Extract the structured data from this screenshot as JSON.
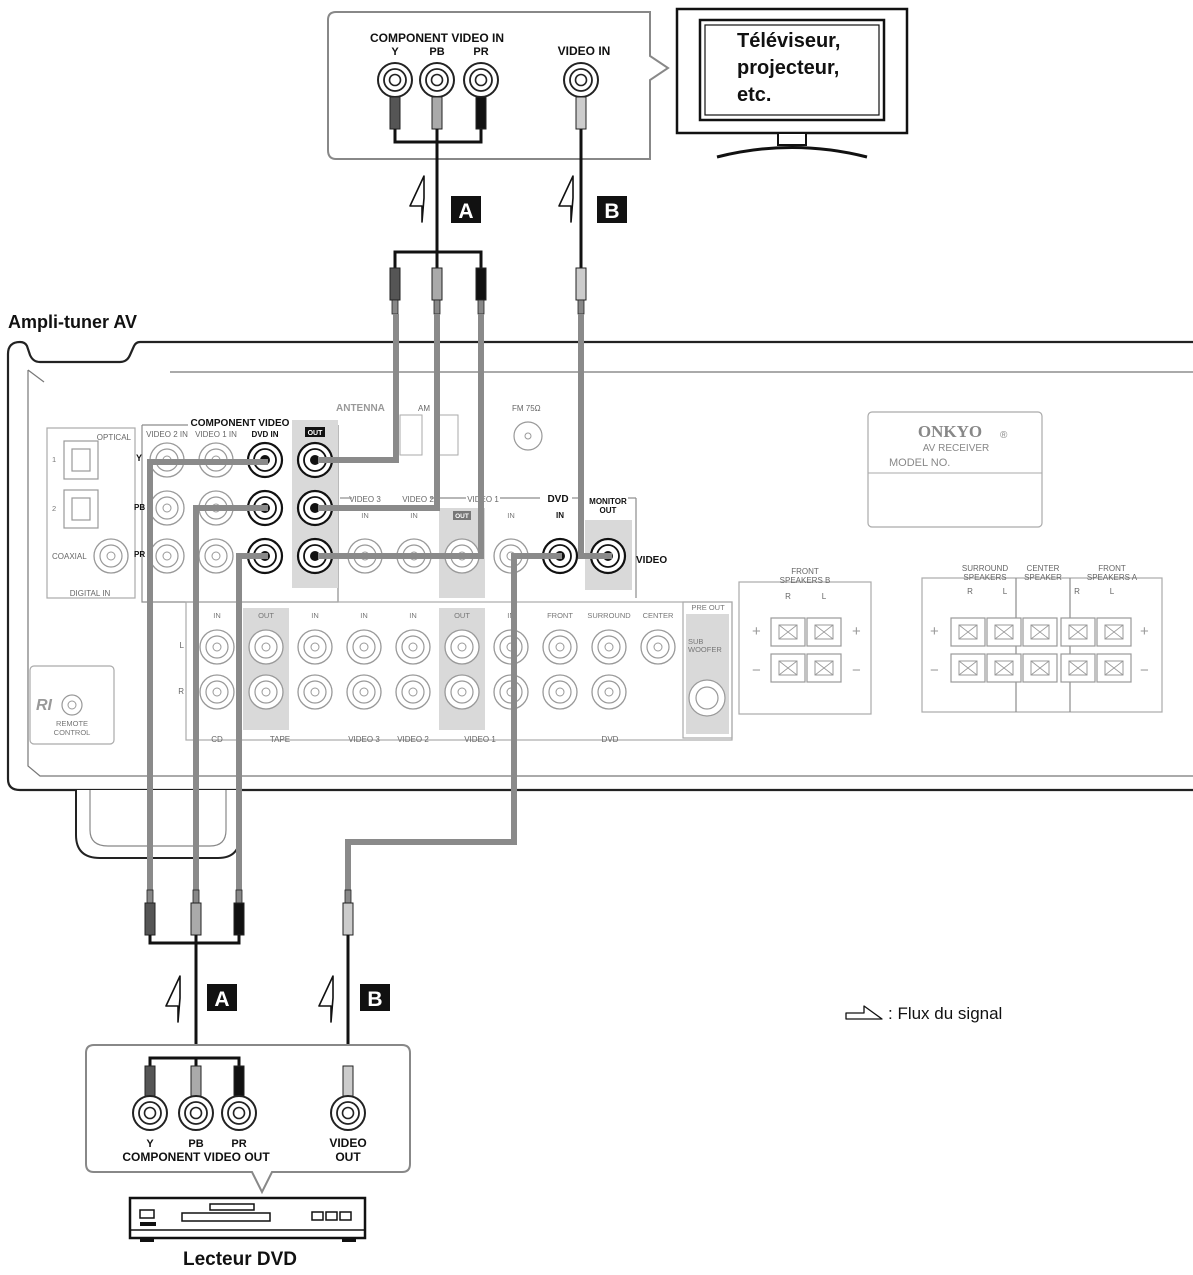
{
  "title": "Ampli-tuner AV",
  "tv_box": {
    "component_header": "COMPONENT VIDEO IN",
    "jacks": [
      "Y",
      "PB",
      "PR"
    ],
    "video_in": "VIDEO IN"
  },
  "tv_label": [
    "Téléviseur,",
    "projecteur,",
    "etc."
  ],
  "dvd_box": {
    "jacks": [
      "Y",
      "PB",
      "PR"
    ],
    "component_footer": "COMPONENT VIDEO OUT",
    "video_out": [
      "VIDEO",
      "OUT"
    ]
  },
  "dvd_label": "Lecteur DVD",
  "tags": {
    "a": "A",
    "b": "B"
  },
  "legend": ": Flux du signal",
  "receiver_panel": {
    "component_video": "COMPONENT VIDEO",
    "component_cols": [
      "VIDEO 2 IN",
      "VIDEO 1 IN",
      "DVD IN",
      "OUT"
    ],
    "component_rows": [
      "Y",
      "PB",
      "PR"
    ],
    "antenna": "ANTENNA",
    "am": "AM",
    "fm": "FM 75Ω",
    "digital_in": "DIGITAL IN",
    "optical": "OPTICAL",
    "optical_nums": [
      "1",
      "2"
    ],
    "coaxial": "COAXIAL",
    "remote": [
      "REMOTE",
      "CONTROL"
    ],
    "video_row_labels": [
      "VIDEO 3",
      "VIDEO 2",
      "VIDEO 1",
      "DVD"
    ],
    "video_row_sub": [
      "IN",
      "IN",
      "OUT",
      "IN",
      "IN"
    ],
    "monitor_out": [
      "MONITOR",
      "OUT"
    ],
    "video": "VIDEO",
    "audio_cols": [
      "IN",
      "OUT",
      "IN",
      "IN",
      "IN",
      "OUT",
      "IN",
      "FRONT",
      "SURROUND",
      "CENTER"
    ],
    "audio_bottom": [
      "CD",
      "TAPE",
      "VIDEO 3",
      "VIDEO 2",
      "VIDEO 1",
      "DVD"
    ],
    "audio_lr": [
      "L",
      "R"
    ],
    "pre_out": "PRE OUT",
    "sub_woofer": [
      "SUB",
      "WOOFER"
    ],
    "front_b": [
      "FRONT",
      "SPEAKERS B"
    ],
    "speaker_lr": [
      "R",
      "L"
    ],
    "surround_sp": [
      "SURROUND",
      "SPEAKERS"
    ],
    "center_sp": [
      "CENTER",
      "SPEAKER"
    ],
    "front_a": [
      "FRONT",
      "SPEAKERS A"
    ],
    "brand": "ONKYO",
    "av_receiver": "AV RECEIVER",
    "model_no": "MODEL NO.",
    "ri": "RI"
  }
}
